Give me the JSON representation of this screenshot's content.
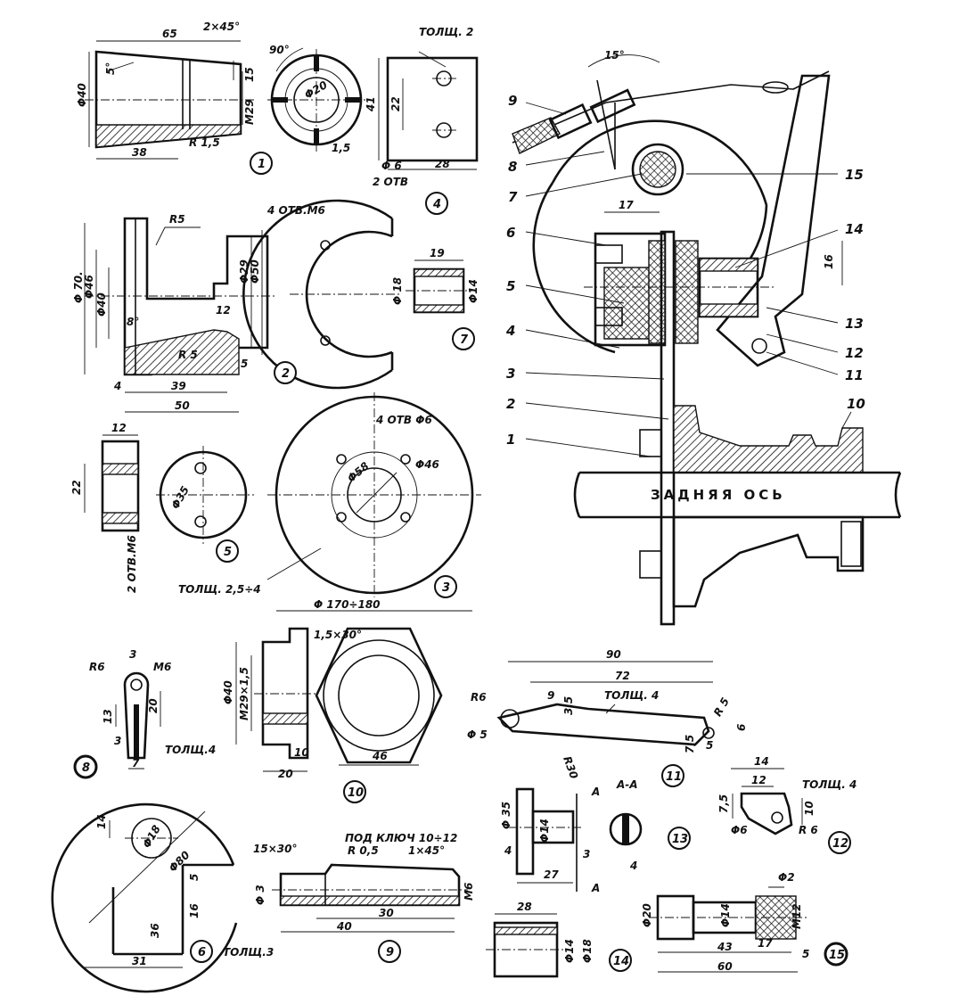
{
  "parts": {
    "p1": {
      "number": "1",
      "dims": {
        "length": "65",
        "chamfer": "2×45°",
        "angle": "5°",
        "dia": "Φ40",
        "thread": "M29",
        "d15": "15",
        "radius": "R 1,5",
        "len38": "38",
        "angle90": "90°",
        "dia20": "Φ20",
        "slot": "1,5"
      }
    },
    "p2": {
      "number": "2",
      "dims": {
        "r5_top": "R5",
        "d70": "Φ 70.",
        "d46": "Φ46",
        "d40": "Φ40",
        "angle8": "8°",
        "d29": "Φ29",
        "d50": "Φ50",
        "d12": "12",
        "r5_bot": "R 5",
        "d5": "5",
        "d4": "4",
        "d39": "39",
        "d50_len": "50"
      },
      "holes": "4 ОТВ.М6"
    },
    "p3": {
      "number": "3",
      "dims": {
        "holes": "4 ОТВ Φ6",
        "d58": "Φ58",
        "d46": "Φ46",
        "thickness": "ТОЛЩ. 2,5÷4",
        "dia": "Φ 170÷180"
      }
    },
    "p4": {
      "number": "4",
      "dims": {
        "thickness": "ТОЛЩ. 2",
        "h41": "41",
        "h22": "22",
        "d6": "Φ 6",
        "w28": "28",
        "holes": "2 ОТВ"
      }
    },
    "p5": {
      "number": "5",
      "dims": {
        "w12": "12",
        "h22": "22",
        "d35": "Φ35",
        "holes": "2 ОТВ.М6"
      }
    },
    "p6": {
      "number": "6",
      "dims": {
        "d14": "14",
        "d18": "Φ18",
        "d80": "Φ80",
        "d5": "5",
        "d16": "16",
        "d36": "36",
        "d31": "31",
        "thickness": "ТОЛЩ.3"
      }
    },
    "p7": {
      "number": "7",
      "dims": {
        "w19": "19",
        "d18": "Φ 18",
        "d14": "Φ14"
      }
    },
    "p8": {
      "number": "8",
      "dims": {
        "d3": "3",
        "r6": "R6",
        "m6": "M6",
        "d13": "13",
        "d20": "20",
        "d3b": "3",
        "d7": "7",
        "thickness": "ТОЛЩ.4"
      }
    },
    "p9": {
      "number": "9",
      "dims": {
        "chamfer": "15×30°",
        "key": "ПОД КЛЮЧ 10÷12",
        "r05": "R 0,5",
        "chamfer2": "1×45°",
        "d3": "Φ 3",
        "m6": "M6",
        "d30": "30",
        "d40": "40"
      }
    },
    "p10": {
      "number": "10",
      "dims": {
        "chamfer": "1,5×30°",
        "d40": "Φ40",
        "thread": "M29×1,5",
        "d10": "10",
        "d20": "20",
        "d46": "46"
      }
    },
    "p11": {
      "number": "11",
      "dims": {
        "d90": "90",
        "d72": "72",
        "r6": "R6",
        "d9": "9",
        "d35": "3,5",
        "thickness": "ТОЛЩ. 4",
        "r5": "R 5",
        "d5dia": "Φ 5",
        "d75": "7,5",
        "d5": "5",
        "d6": "6",
        "r30": "R30"
      }
    },
    "p12": {
      "number": "12",
      "dims": {
        "d14": "14",
        "d12": "12",
        "thickness": "ТОЛЩ. 4",
        "d75": "7,5",
        "d10": "10",
        "d6": "Φ6",
        "r6": "R 6"
      }
    },
    "p13": {
      "number": "13",
      "dims": {
        "section": "A-A",
        "a": "A",
        "d35": "Φ 35",
        "d14": "Φ14",
        "d4": "4",
        "d27": "27",
        "d3": "3",
        "d4b": "4"
      }
    },
    "p14": {
      "number": "14",
      "dims": {
        "d28": "28",
        "d14": "Φ14",
        "d18": "Φ18"
      }
    },
    "p15": {
      "number": "15",
      "dims": {
        "d2": "Φ2",
        "d20": "Φ20",
        "d14": "Φ14",
        "m12": "M12",
        "d43": "43",
        "d17": "17",
        "d5": "5",
        "d60": "60"
      }
    }
  },
  "assembly": {
    "angle": "15°",
    "axle_label": "ЗАДНЯЯ ОСЬ",
    "dim17": "17",
    "dim16": "16",
    "callouts": [
      "1",
      "2",
      "3",
      "4",
      "5",
      "6",
      "7",
      "8",
      "9",
      "10",
      "11",
      "12",
      "13",
      "14",
      "15"
    ]
  }
}
